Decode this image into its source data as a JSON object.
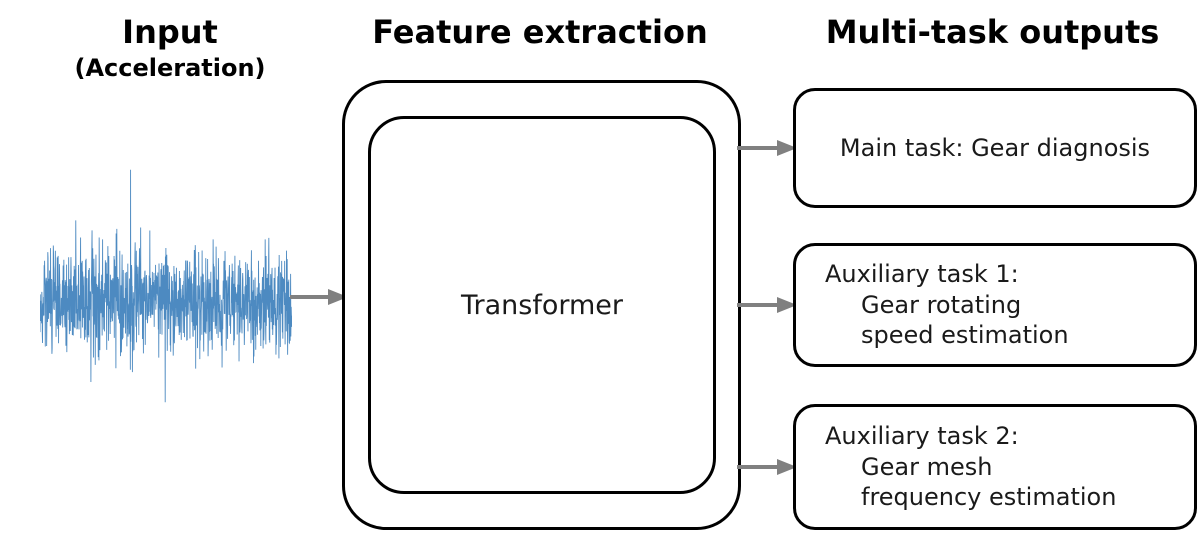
{
  "diagram": {
    "title_input": "Input",
    "title_input_sub": "(Acceleration)",
    "title_feature": "Feature extraction",
    "title_outputs": "Multi-task outputs"
  },
  "input": {
    "signal_label": "acceleration-waveform",
    "signal_color": "#2E75B6"
  },
  "feature_extraction": {
    "block_label": "Transformer"
  },
  "outputs": [
    {
      "line1": "Main task: Gear diagnosis",
      "line2": "",
      "line3": ""
    },
    {
      "line1": "Auxiliary task 1:",
      "line2": "Gear rotating",
      "line3": "speed estimation"
    },
    {
      "line1": "Auxiliary task 2:",
      "line2": "Gear mesh",
      "line3": "frequency estimation"
    }
  ],
  "arrows": {
    "color": "#808080",
    "input_to_transformer": "arrow-right",
    "transformer_to_output_1": "arrow-right",
    "transformer_to_output_2": "arrow-right",
    "transformer_to_output_3": "arrow-right"
  },
  "colors": {
    "stroke": "#000000",
    "text": "#1a1a1a",
    "background": "#ffffff",
    "arrow": "#808080",
    "waveform": "#2E75B6"
  }
}
